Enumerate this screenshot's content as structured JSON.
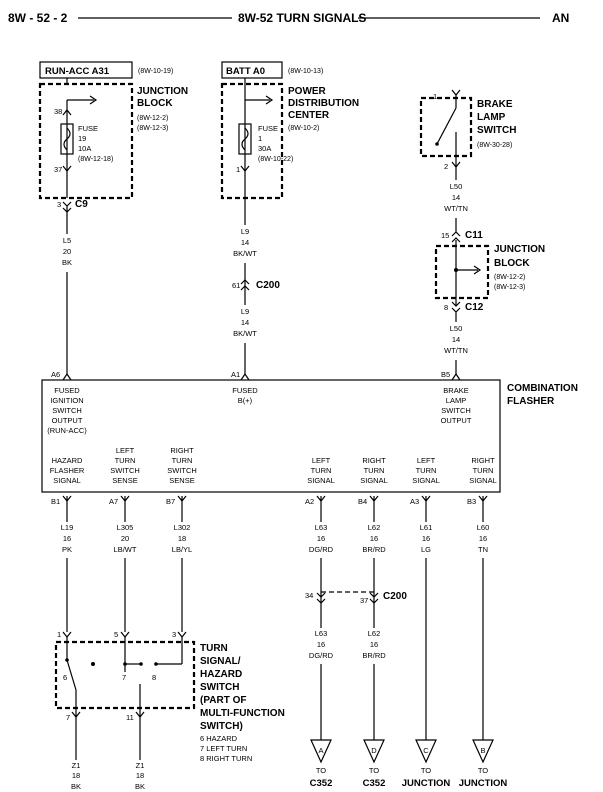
{
  "header": {
    "left": "8W - 52 - 2",
    "title": "8W-52 TURN SIGNALS",
    "right": "AN"
  },
  "sources": {
    "run_acc": {
      "label": "RUN-ACC A31",
      "ref": "(8W-10-19)"
    },
    "batt": {
      "label": "BATT A0",
      "ref": "(8W-10-13)"
    }
  },
  "junction_block_top": {
    "title": [
      "JUNCTION",
      "BLOCK"
    ],
    "refs": [
      "(8W-12-2)",
      "(8W-12-3)"
    ],
    "fuse": [
      "FUSE",
      "19",
      "10A",
      "(8W-12-18)"
    ],
    "pin_in": "38",
    "pin_out": "37",
    "connector_pin": "3",
    "connector": "C9"
  },
  "pdc": {
    "title": [
      "POWER",
      "DISTRIBUTION",
      "CENTER"
    ],
    "ref": "(8W-10-2)",
    "fuse": [
      "FUSE",
      "1",
      "30A",
      "(8W-10-22)"
    ],
    "pin_out": "1"
  },
  "brake_switch": {
    "title": [
      "BRAKE",
      "LAMP",
      "SWITCH"
    ],
    "ref": "(8W-30-28)",
    "pin_top": "1",
    "pin_bottom": "2"
  },
  "junction_block_right": {
    "title": [
      "JUNCTION",
      "BLOCK"
    ],
    "refs": [
      "(8W-12-2)",
      "(8W-12-3)"
    ],
    "pin_top": "15",
    "conn_top": "C11",
    "pin_bottom": "8",
    "conn_bottom": "C12"
  },
  "wires": {
    "l5": [
      "L5",
      "20",
      "BK"
    ],
    "l9_a": [
      "L9",
      "14",
      "BK/WT"
    ],
    "c200_pin": "61",
    "c200": "C200",
    "l9_b": [
      "L9",
      "14",
      "BK/WT"
    ],
    "l50_a": [
      "L50",
      "14",
      "WT/TN"
    ],
    "l50_b": [
      "L50",
      "14",
      "WT/TN"
    ],
    "l19": [
      "L19",
      "16",
      "PK"
    ],
    "l305": [
      "L305",
      "20",
      "LB/WT"
    ],
    "l302": [
      "L302",
      "18",
      "LB/YL"
    ],
    "l63_a": [
      "L63",
      "16",
      "DG/RD"
    ],
    "l62_a": [
      "L62",
      "16",
      "BR/RD"
    ],
    "l61": [
      "L61",
      "16",
      "LG"
    ],
    "l60": [
      "L60",
      "16",
      "TN"
    ],
    "l63_b": [
      "L63",
      "16",
      "DG/RD"
    ],
    "l62_b": [
      "L62",
      "16",
      "BR/RD"
    ],
    "z1_a": [
      "Z1",
      "18",
      "BK"
    ],
    "z1_b": [
      "Z1",
      "18",
      "BK"
    ]
  },
  "flasher": {
    "title": [
      "COMBINATION",
      "FLASHER"
    ],
    "top_pins": {
      "a6": "A6",
      "a1": "A1",
      "b5": "B5"
    },
    "top_labels": {
      "a6": [
        "FUSED",
        "IGNITION",
        "SWITCH",
        "OUTPUT",
        "(RUN-ACC)"
      ],
      "a1": [
        "FUSED",
        "B(+)"
      ],
      "b5": [
        "BRAKE",
        "LAMP",
        "SWITCH",
        "OUTPUT"
      ]
    },
    "bottom_labels": {
      "b1": [
        "HAZARD",
        "FLASHER",
        "SIGNAL"
      ],
      "a7": [
        "LEFT",
        "TURN",
        "SWITCH",
        "SENSE"
      ],
      "b7": [
        "RIGHT",
        "TURN",
        "SWITCH",
        "SENSE"
      ],
      "a2": [
        "LEFT",
        "TURN",
        "SIGNAL"
      ],
      "b4": [
        "RIGHT",
        "TURN",
        "SIGNAL"
      ],
      "a3": [
        "LEFT",
        "TURN",
        "SIGNAL"
      ],
      "b3": [
        "RIGHT",
        "TURN",
        "SIGNAL"
      ]
    },
    "bottom_pins": {
      "b1": "B1",
      "a7": "A7",
      "b7": "B7",
      "a2": "A2",
      "b4": "B4",
      "a3": "A3",
      "b3": "B3"
    }
  },
  "c200_lower": {
    "pin_left": "34",
    "pin_right": "37",
    "connector": "C200"
  },
  "turn_switch": {
    "title": [
      "TURN",
      "SIGNAL/",
      "HAZARD",
      "SWITCH",
      "(PART OF",
      "MULTI-FUNCTION",
      "SWITCH)"
    ],
    "legend": [
      "6 HAZARD",
      "7 LEFT TURN",
      "8 RIGHT TURN"
    ],
    "pins_top": [
      "1",
      "5",
      "3"
    ],
    "pins_inner": [
      "6",
      "7",
      "8"
    ],
    "pins_bottom": [
      "7",
      "11"
    ]
  },
  "terminals": [
    {
      "letter": "A",
      "to": "TO",
      "dest": "C352"
    },
    {
      "letter": "D",
      "to": "TO",
      "dest": "C352"
    },
    {
      "letter": "C",
      "to": "TO",
      "dest": "JUNCTION"
    },
    {
      "letter": "B",
      "to": "TO",
      "dest": "JUNCTION"
    }
  ]
}
